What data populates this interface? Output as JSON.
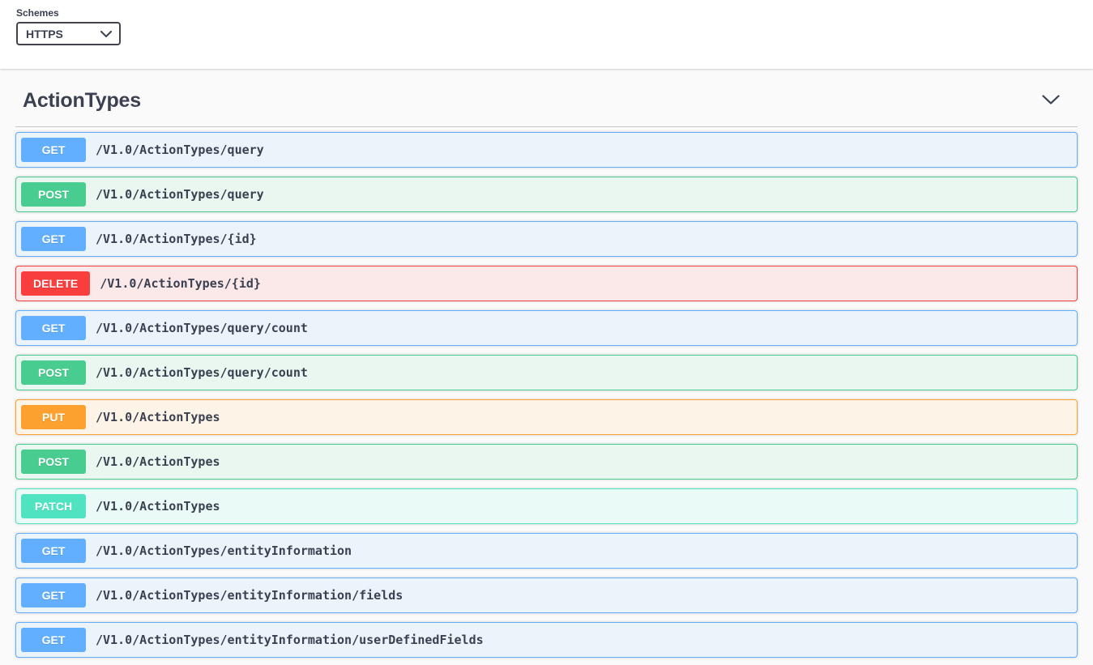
{
  "schemes": {
    "label": "Schemes",
    "selected": "HTTPS"
  },
  "section": {
    "title": "ActionTypes"
  },
  "endpoints": [
    {
      "method": "GET",
      "path": "/V1.0/ActionTypes/query"
    },
    {
      "method": "POST",
      "path": "/V1.0/ActionTypes/query"
    },
    {
      "method": "GET",
      "path": "/V1.0/ActionTypes/{id}"
    },
    {
      "method": "DELETE",
      "path": "/V1.0/ActionTypes/{id}"
    },
    {
      "method": "GET",
      "path": "/V1.0/ActionTypes/query/count"
    },
    {
      "method": "POST",
      "path": "/V1.0/ActionTypes/query/count"
    },
    {
      "method": "PUT",
      "path": "/V1.0/ActionTypes"
    },
    {
      "method": "POST",
      "path": "/V1.0/ActionTypes"
    },
    {
      "method": "PATCH",
      "path": "/V1.0/ActionTypes"
    },
    {
      "method": "GET",
      "path": "/V1.0/ActionTypes/entityInformation"
    },
    {
      "method": "GET",
      "path": "/V1.0/ActionTypes/entityInformation/fields"
    },
    {
      "method": "GET",
      "path": "/V1.0/ActionTypes/entityInformation/userDefinedFields"
    }
  ],
  "method_styles": {
    "GET": {
      "badge_bg": "#61affe",
      "row_bg": "#ebf3fb",
      "border": "#61affe"
    },
    "POST": {
      "badge_bg": "#49cc90",
      "row_bg": "#eaf7f1",
      "border": "#49cc90"
    },
    "DELETE": {
      "badge_bg": "#f93e3e",
      "row_bg": "#fbe9e9",
      "border": "#f93e3e"
    },
    "PUT": {
      "badge_bg": "#fca130",
      "row_bg": "#fdf3e6",
      "border": "#fca130"
    },
    "PATCH": {
      "badge_bg": "#50e3c2",
      "row_bg": "#eafaf6",
      "border": "#50e3c2"
    }
  },
  "colors": {
    "text": "#3b4151",
    "badge_text": "#ffffff",
    "topbar_bg": "#ffffff",
    "page_bg": "#fafafa"
  }
}
